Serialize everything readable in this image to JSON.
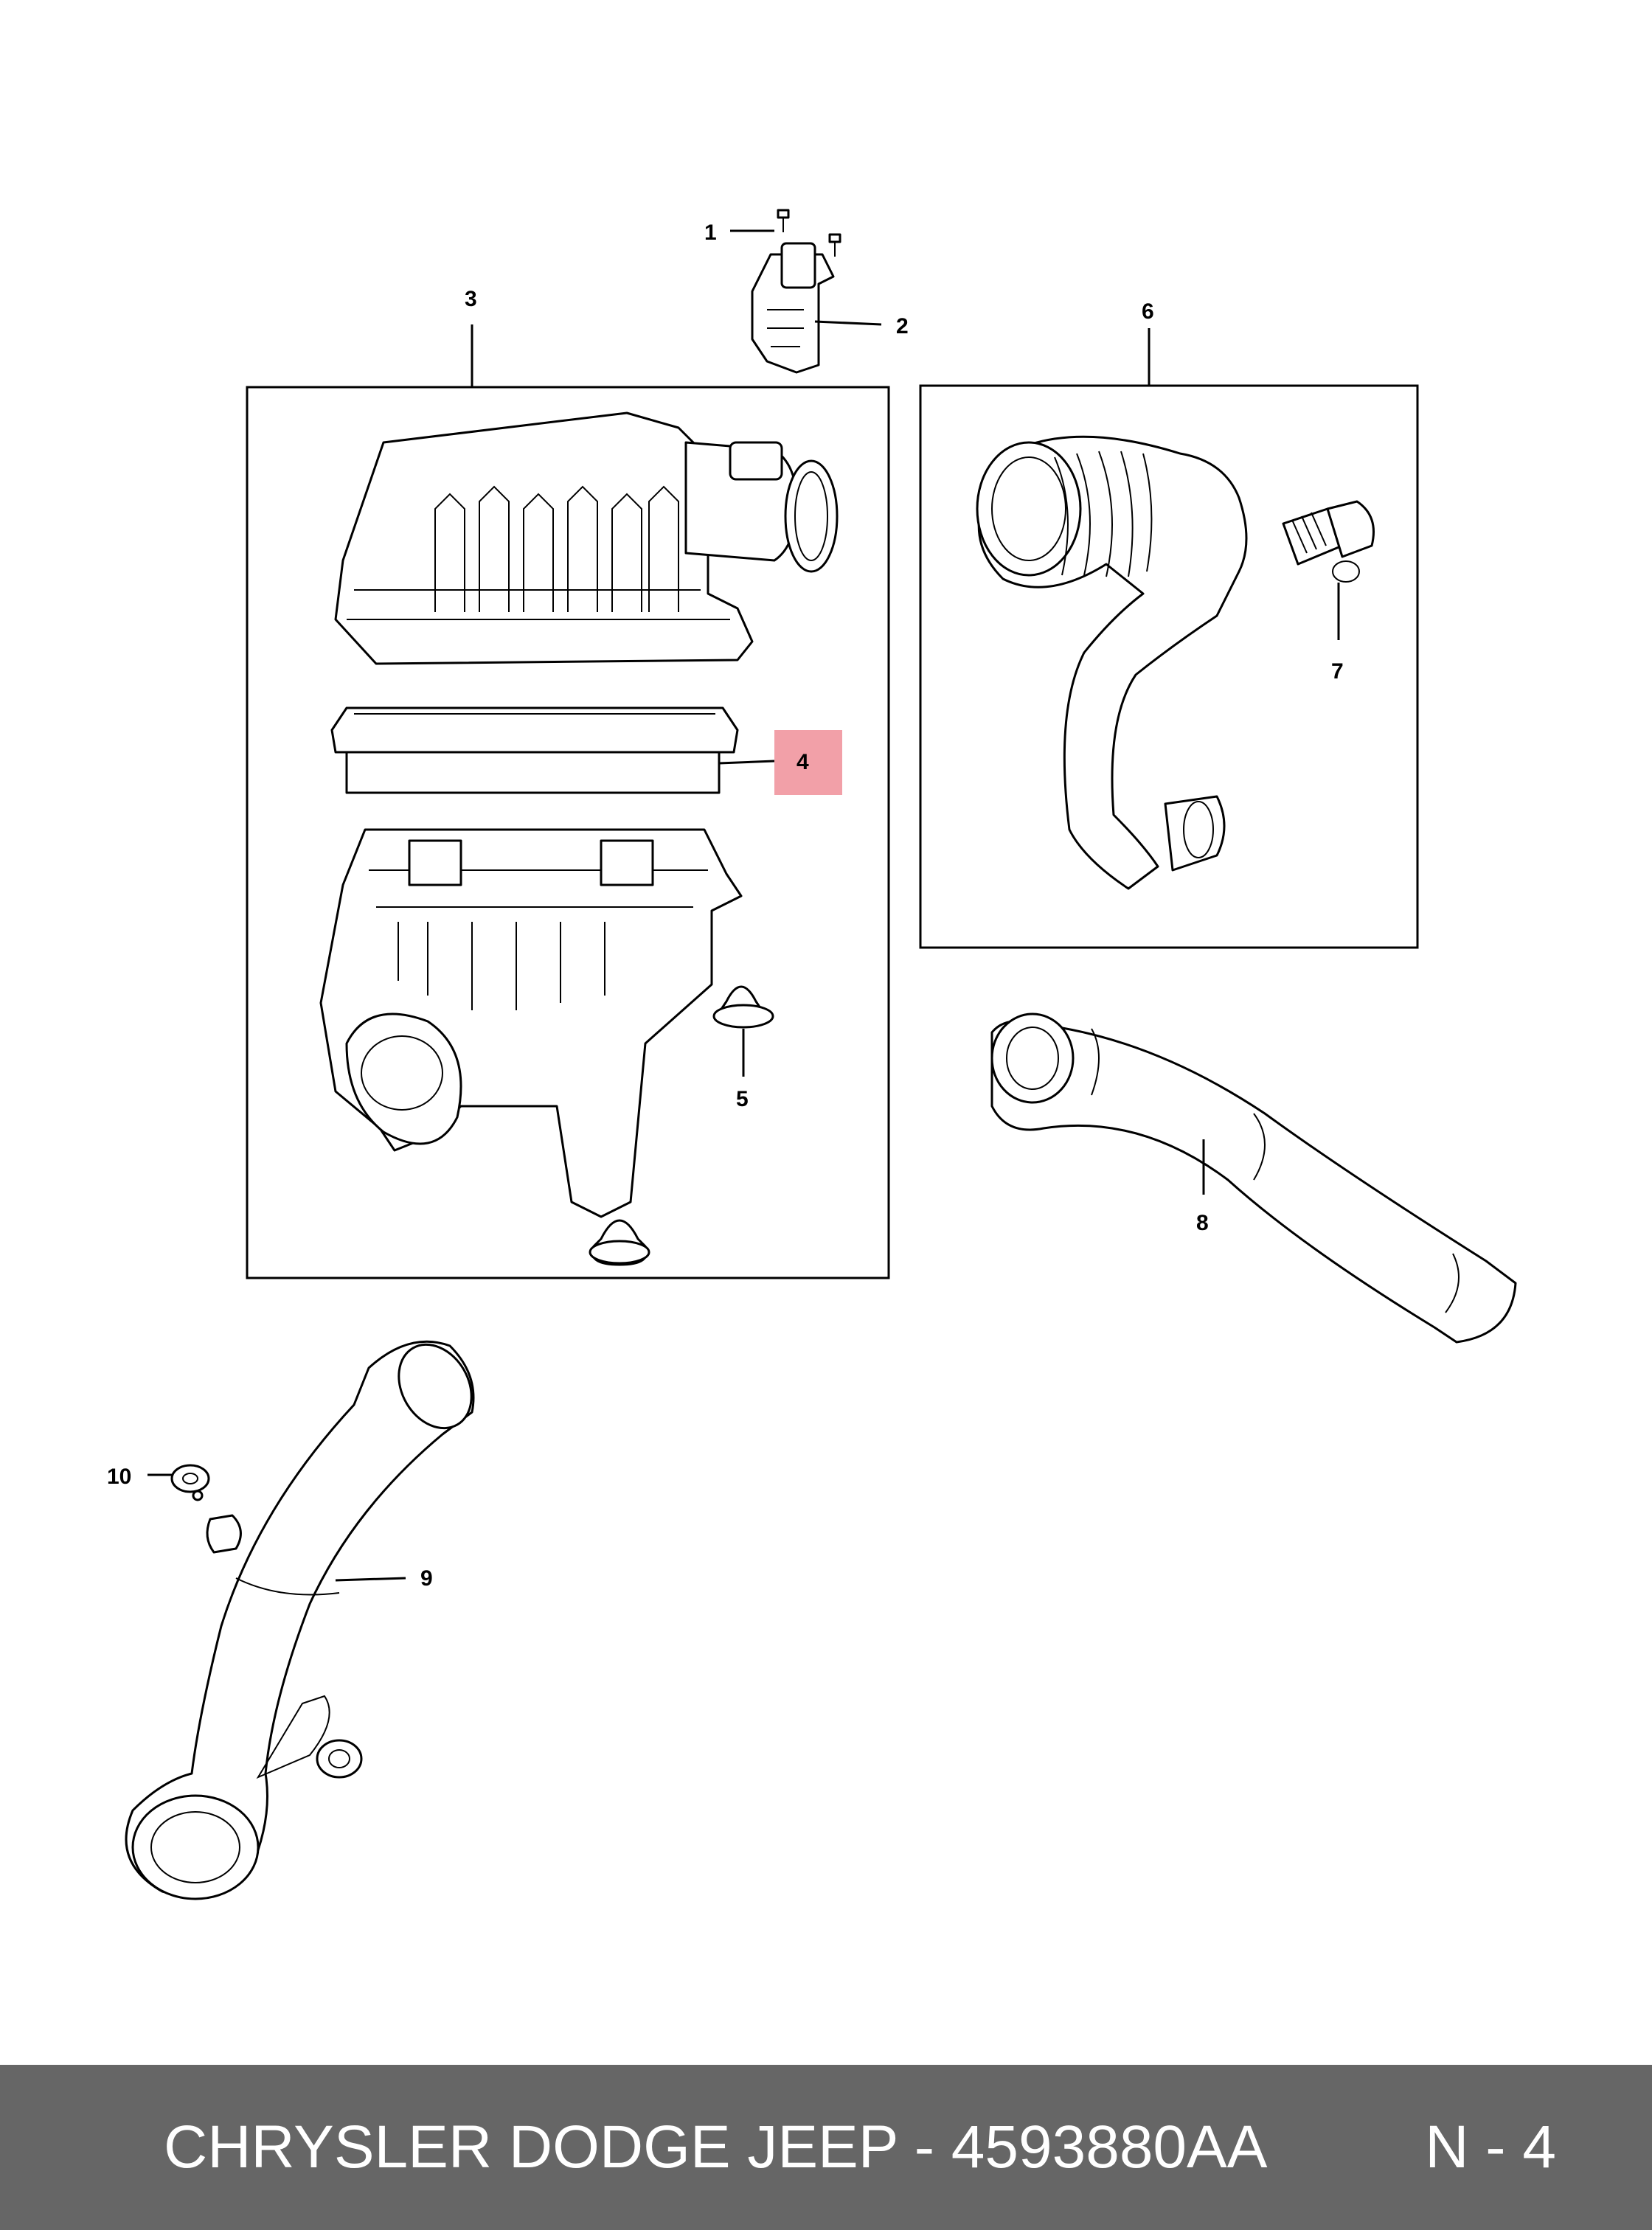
{
  "callouts": {
    "c1": "1",
    "c2": "2",
    "c3": "3",
    "c4": "4",
    "c5": "5",
    "c6": "6",
    "c7": "7",
    "c8": "8",
    "c9": "9",
    "c10": "10"
  },
  "highlight_color": "#f2a0a8",
  "footer": {
    "title": "CHRYSLER DODGE JEEP - 4593880AA",
    "code": "N - 4"
  }
}
